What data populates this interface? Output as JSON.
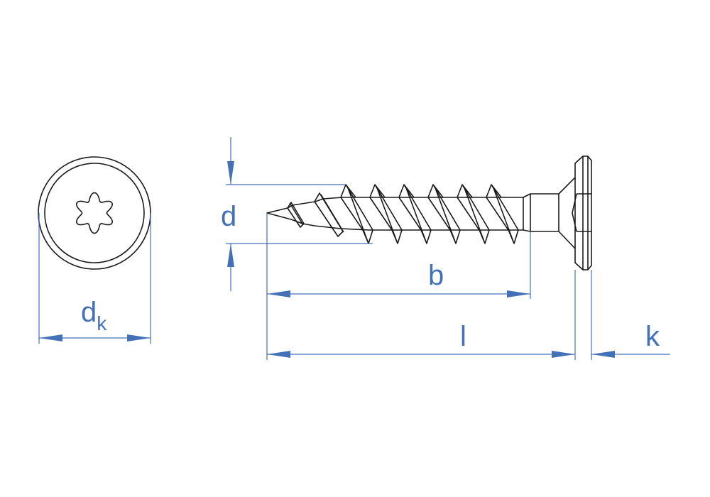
{
  "labels": {
    "d": "d",
    "dk_main": "d",
    "dk_sub": "k",
    "b": "b",
    "l": "l",
    "k": "k"
  },
  "colors": {
    "dimension": "#4470b8",
    "outline": "#1a1a1a"
  }
}
